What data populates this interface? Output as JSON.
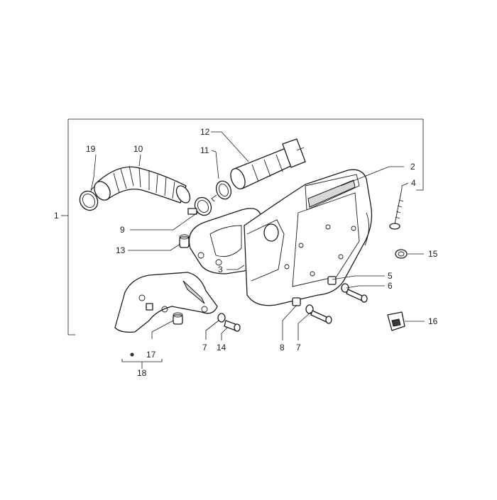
{
  "diagram": {
    "colors": {
      "line": "#1a1a1a",
      "fill": "#ffffff",
      "shade": "#d7d7d7"
    },
    "callouts": {
      "c1": "1",
      "c2": "2",
      "c3": "3",
      "c4": "4",
      "c5": "5",
      "c6": "6",
      "c7a": "7",
      "c7b": "7",
      "c8": "8",
      "c9": "9",
      "c10": "10",
      "c11": "11",
      "c12": "12",
      "c13": "13",
      "c14": "14",
      "c15": "15",
      "c16": "16",
      "c17": "17",
      "c18": "18",
      "c19": "19"
    }
  }
}
